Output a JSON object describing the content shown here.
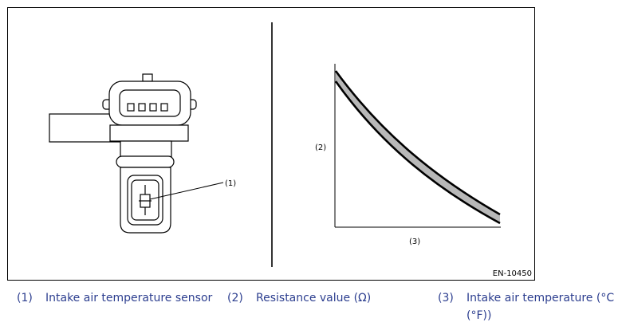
{
  "figure": {
    "code": "EN-10450",
    "callouts": {
      "sensor_element": "(1)",
      "y_axis": "(2)",
      "x_axis": "(3)"
    },
    "colors": {
      "line": "#000000",
      "band_fill": "#b8b8b8",
      "legend_text": "#2c3e8f"
    }
  },
  "chart_data": {
    "type": "line",
    "x_label": "(3)",
    "y_label": "(2)",
    "trend": "decreasing"
  },
  "legend": {
    "item1": {
      "num": "(1)",
      "text": "Intake air temperature sensor"
    },
    "item2": {
      "num": "(2)",
      "text": "Resistance value (Ω)"
    },
    "item3": {
      "num": "(3)",
      "text": "Intake air temperature (°C",
      "text_cont": "(°F))"
    }
  }
}
